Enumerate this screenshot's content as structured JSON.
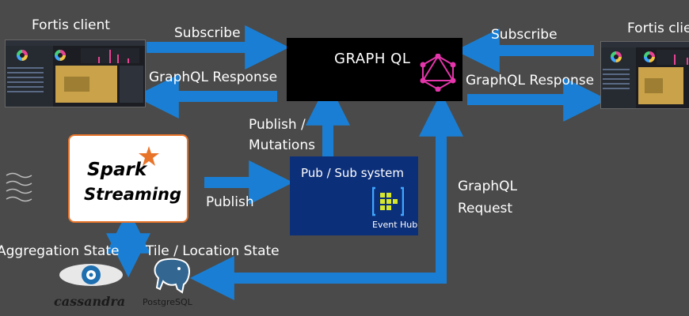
{
  "clients": {
    "left_title": "Fortis client",
    "right_title": "Fortis clie"
  },
  "graphql": {
    "title": "GRAPH QL",
    "logo_color": "#e535ab"
  },
  "edges": {
    "subscribe_left": "Subscribe",
    "subscribe_right": "Subscribe",
    "response_left": "GraphQL Response",
    "response_right": "GraphQL Response",
    "publish_mutations_1": "Publish /",
    "publish_mutations_2": "Mutations",
    "publish": "Publish",
    "graphql_request_1": "GraphQL",
    "graphql_request_2": "Request",
    "aggregation_state": "Aggregation State",
    "tile_location_state": "Tile / Location State"
  },
  "spark": {
    "word1": "Spark",
    "word2": "Streaming",
    "border_color": "#e8742a"
  },
  "pubsub": {
    "title": "Pub / Sub system",
    "caption": "Event Hub",
    "bg_color": "#0c2f7a"
  },
  "stores": {
    "cassandra": "cassandra",
    "postgres": "PostgreSQL"
  },
  "colors": {
    "arrow": "#1a7fd4",
    "background": "#4a4a4a"
  }
}
